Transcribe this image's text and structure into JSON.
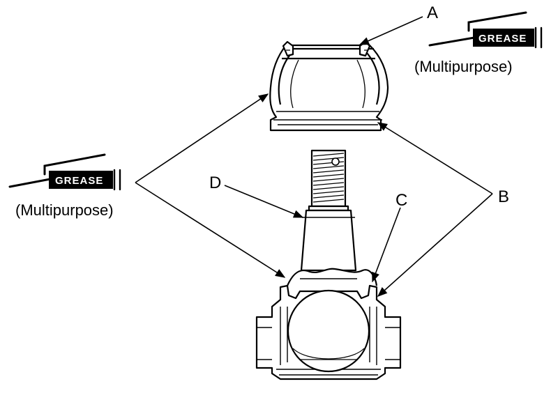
{
  "labels": {
    "a": "A",
    "b": "B",
    "c": "C",
    "d": "D"
  },
  "grease_tubes": [
    {
      "text": "GREASE",
      "note": "(Multipurpose)",
      "icon": "grease-tube-icon"
    },
    {
      "text": "GREASE",
      "note": "(Multipurpose)",
      "icon": "grease-tube-icon"
    }
  ],
  "colors": {
    "ink": "#000000",
    "paper": "#ffffff"
  }
}
